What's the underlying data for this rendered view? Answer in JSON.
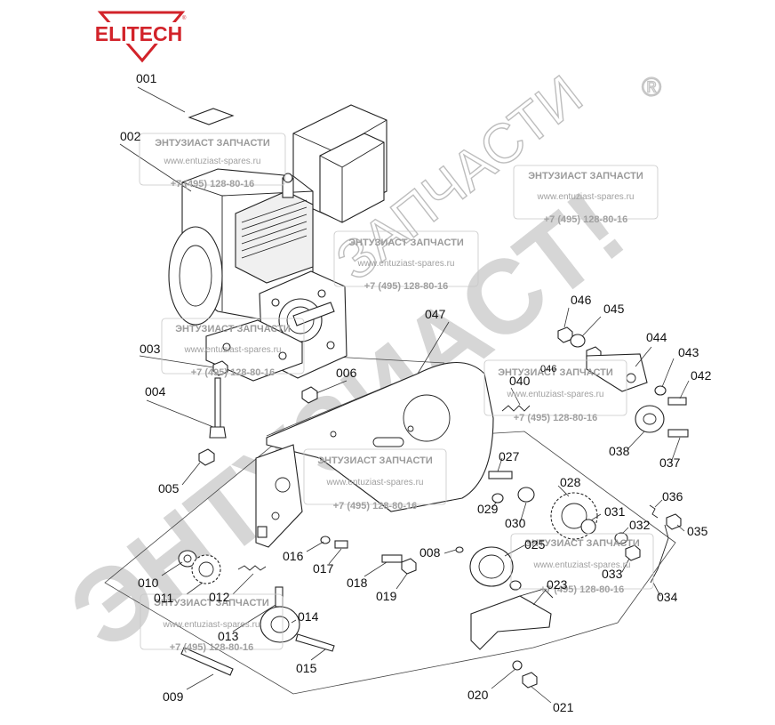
{
  "brand": {
    "logo_text": "ELITECH",
    "logo_color": "#d2232a"
  },
  "watermark": {
    "big_text": "ЭНТУЗИАСТ!",
    "mid_text": "ЗАПЧАСТИ",
    "registered_mark": "®",
    "stamp_title": "ЭНТУЗИАСТ ЗАПЧАСТИ",
    "stamp_url": "www.entuziast-spares.ru",
    "stamp_phone": "+7 (495) 128-80-16"
  },
  "callouts": [
    {
      "id": "c001",
      "label": "001"
    },
    {
      "id": "c002",
      "label": "002"
    },
    {
      "id": "c003",
      "label": "003"
    },
    {
      "id": "c004",
      "label": "004"
    },
    {
      "id": "c005",
      "label": "005"
    },
    {
      "id": "c006",
      "label": "006"
    },
    {
      "id": "c008",
      "label": "008"
    },
    {
      "id": "c009",
      "label": "009"
    },
    {
      "id": "c010",
      "label": "010"
    },
    {
      "id": "c011",
      "label": "011"
    },
    {
      "id": "c012",
      "label": "012"
    },
    {
      "id": "c013",
      "label": "013"
    },
    {
      "id": "c014",
      "label": "014"
    },
    {
      "id": "c015",
      "label": "015"
    },
    {
      "id": "c016",
      "label": "016"
    },
    {
      "id": "c017",
      "label": "017"
    },
    {
      "id": "c018",
      "label": "018"
    },
    {
      "id": "c019",
      "label": "019"
    },
    {
      "id": "c020",
      "label": "020"
    },
    {
      "id": "c021",
      "label": "021"
    },
    {
      "id": "c023",
      "label": "023"
    },
    {
      "id": "c025",
      "label": "025"
    },
    {
      "id": "c027",
      "label": "027"
    },
    {
      "id": "c028",
      "label": "028"
    },
    {
      "id": "c029",
      "label": "029"
    },
    {
      "id": "c030",
      "label": "030"
    },
    {
      "id": "c031",
      "label": "031"
    },
    {
      "id": "c032",
      "label": "032"
    },
    {
      "id": "c033",
      "label": "033"
    },
    {
      "id": "c034",
      "label": "034"
    },
    {
      "id": "c035",
      "label": "035"
    },
    {
      "id": "c036",
      "label": "036"
    },
    {
      "id": "c037",
      "label": "037"
    },
    {
      "id": "c038",
      "label": "038"
    },
    {
      "id": "c040",
      "label": "040"
    },
    {
      "id": "c042",
      "label": "042"
    },
    {
      "id": "c043",
      "label": "043"
    },
    {
      "id": "c044",
      "label": "044"
    },
    {
      "id": "c045",
      "label": "045"
    },
    {
      "id": "c046",
      "label": "046"
    },
    {
      "id": "c046b",
      "label": "046"
    },
    {
      "id": "c047",
      "label": "047"
    }
  ]
}
